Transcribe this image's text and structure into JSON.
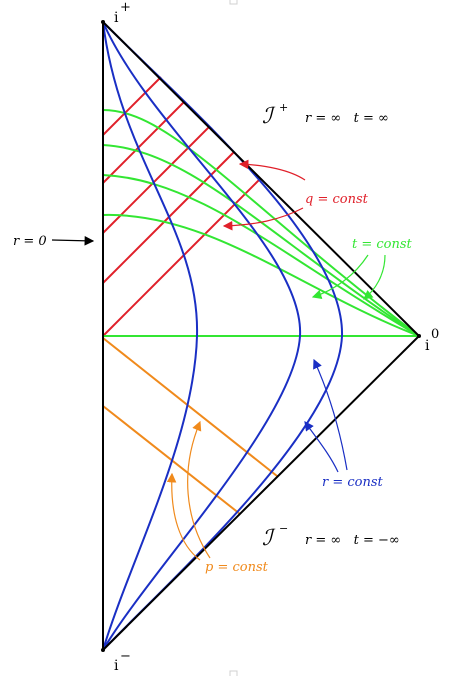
{
  "labels": {
    "i_plus": "+",
    "i_plus_letter": "i",
    "i_minus": "−",
    "i_minus_letter": "i",
    "i_zero": "0",
    "i_zero_letter": "i",
    "scri_plus": "ℐ",
    "scri_plus_sup": "+",
    "scri_minus": "ℐ",
    "scri_minus_sup": "−",
    "future_null": "r = ∞   t = ∞",
    "past_null": "r = ∞   t = −∞",
    "r_zero": "r = 0",
    "q_const": "q = const",
    "t_const": "t = const",
    "r_const": "r = const",
    "p_const": "p = const"
  },
  "colors": {
    "outline": "#000000",
    "q_lines": "#e0202a",
    "t_curves": "#33e633",
    "r_curves": "#1a2fc4",
    "p_lines": "#f08a1c"
  }
}
